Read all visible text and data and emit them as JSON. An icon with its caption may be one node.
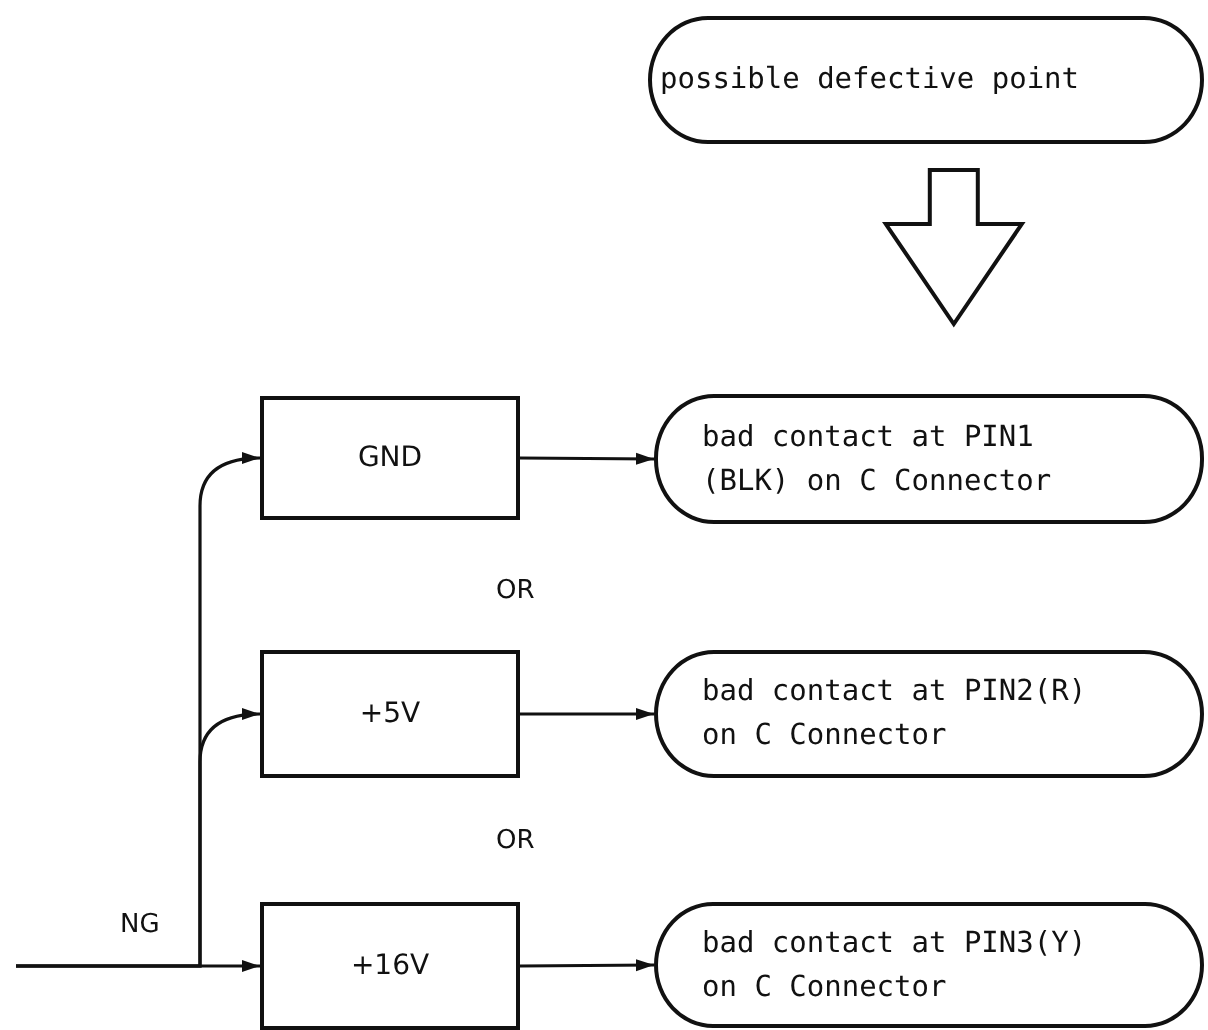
{
  "diagram": {
    "nodes": [
      {
        "text": [
          "possible defective point"
        ]
      },
      {
        "text": [
          "GND"
        ]
      },
      {
        "text": [
          "bad contact at PIN1 (BLK) on C Connector"
        ]
      },
      {
        "text": [
          "+5V"
        ]
      },
      {
        "text": [
          "bad contact at PIN2(R) on C Connector"
        ]
      },
      {
        "text": [
          "+16V"
        ]
      },
      {
        "text": [
          "bad contact at PIN3(Y) on C Connector"
        ]
      }
    ],
    "edges": [
      {
        "from": 0,
        "to": 2,
        "arrow": "to",
        "style": "thick"
      },
      {
        "from": null,
        "to": 1,
        "arrow": "to"
      },
      {
        "from": null,
        "to": 3,
        "arrow": "to"
      },
      {
        "from": null,
        "to": 5,
        "arrow": "to"
      },
      {
        "from": 1,
        "to": 2,
        "arrow": "to"
      },
      {
        "from": 3,
        "to": 4,
        "arrow": "to"
      },
      {
        "from": 5,
        "to": 6,
        "arrow": "to"
      }
    ],
    "labels": [
      "OR",
      "OR",
      "NG"
    ]
  }
}
